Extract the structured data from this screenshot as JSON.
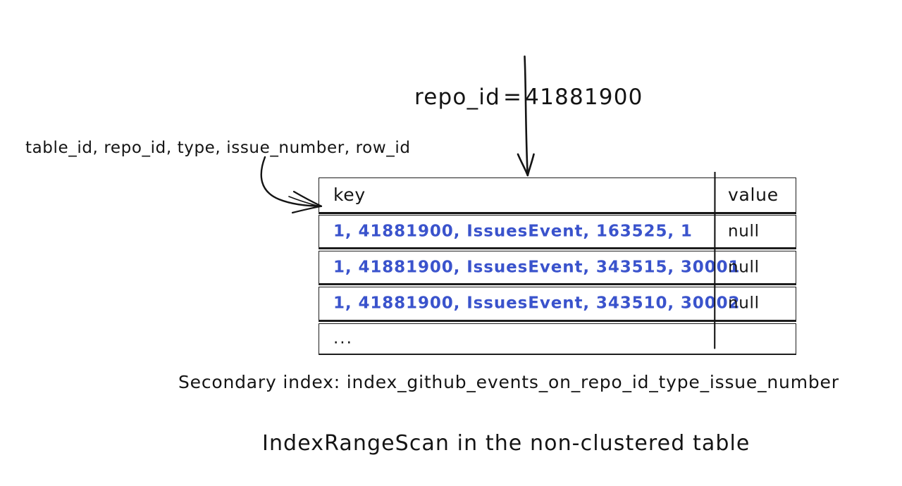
{
  "diagram": {
    "predicate": {
      "column": "repo_id",
      "operator": "=",
      "value": "41881900",
      "full": "repo_id = 41881900"
    },
    "index_columns_label": "table_id, repo_id, type, issue_number, row_id",
    "table": {
      "headers": {
        "key": "key",
        "value": "value"
      },
      "rows": [
        {
          "key": "1, 41881900, IssuesEvent, 163525, 1",
          "value": "null"
        },
        {
          "key": "1, 41881900, IssuesEvent, 343515, 30001",
          "value": "null"
        },
        {
          "key": "1, 41881900, IssuesEvent, 343510, 30002",
          "value": "null"
        },
        {
          "key": "...",
          "value": ""
        }
      ]
    },
    "captions": {
      "secondary_index": "Secondary index: index_github_events_on_repo_id_type_issue_number",
      "scan": "IndexRangeScan in the non-clustered table"
    },
    "icons": {
      "down_arrow": "down-arrow-icon",
      "curved_arrow": "curved-arrow-icon"
    },
    "colors": {
      "key_text": "#3a53cc",
      "ink": "#141414",
      "background": "#ffffff"
    }
  }
}
